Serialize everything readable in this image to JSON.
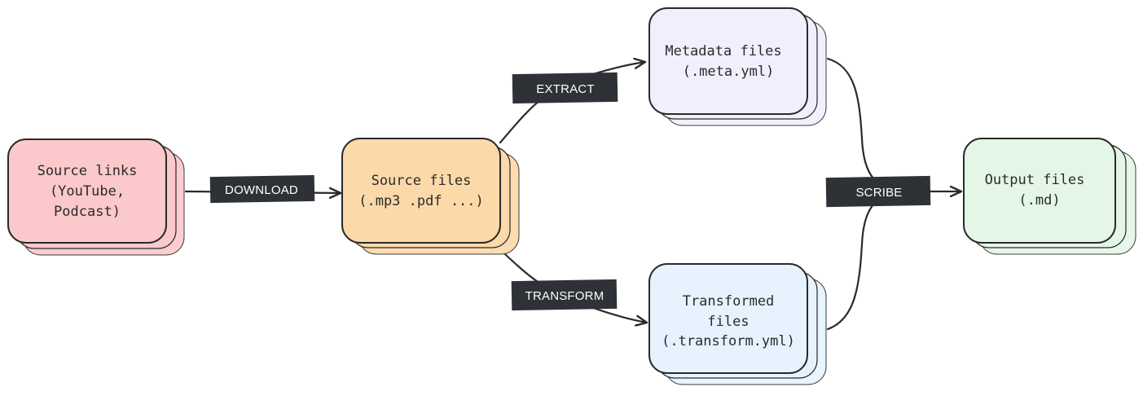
{
  "colors": {
    "stroke": "#2a2a2a",
    "label_bg": "#2e3236",
    "label_text": "#ffffff"
  },
  "nodes": {
    "source_links": {
      "lines": [
        "Source links",
        "(YouTube,",
        "Podcast)"
      ],
      "fill": "#fbc8cb"
    },
    "source_files": {
      "lines": [
        "Source files",
        "(.mp3 .pdf ...)"
      ],
      "fill": "#fcd9a8"
    },
    "metadata_files": {
      "lines": [
        "Metadata files",
        "(.meta.yml)"
      ],
      "fill": "#f1effd"
    },
    "transformed_files": {
      "lines": [
        "Transformed",
        "files",
        "(.transform.yml)"
      ],
      "fill": "#e6f3fe"
    },
    "output_files": {
      "lines": [
        "Output files",
        "(.md)"
      ],
      "fill": "#e4f7e7"
    }
  },
  "edges": {
    "download": "DOWNLOAD",
    "extract": "EXTRACT",
    "transform": "TRANSFORM",
    "scribe": "SCRIBE"
  }
}
